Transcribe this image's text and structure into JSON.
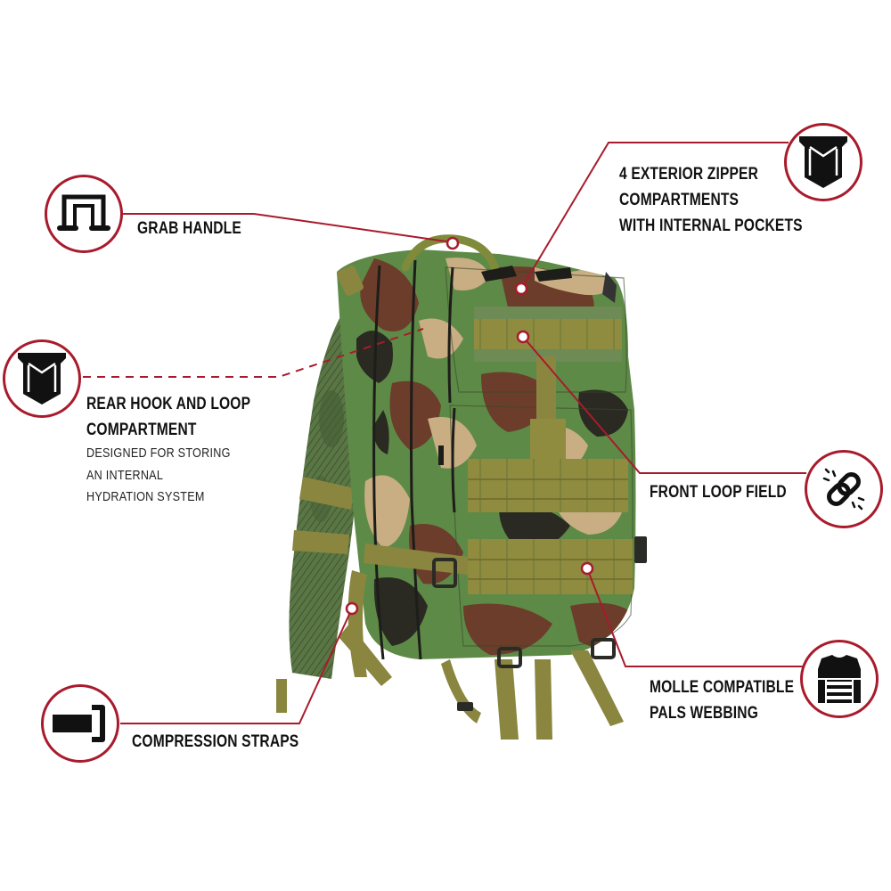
{
  "infographic": {
    "product": "Camo tactical backpack (woodland camouflage)",
    "accent_color": "#a81b2c",
    "text_color": "#111111",
    "background": "#ffffff",
    "callouts": [
      {
        "id": "grab-handle",
        "icon": "grab-handle-icon",
        "side": "left",
        "title_lines": [
          "GRAB HANDLE"
        ],
        "line_style": "solid"
      },
      {
        "id": "exterior-zipper",
        "icon": "pocket-icon",
        "side": "right",
        "title_lines": [
          "4 EXTERIOR ZIPPER",
          "COMPARTMENTS",
          "WITH INTERNAL POCKETS"
        ],
        "line_style": "solid"
      },
      {
        "id": "rear-hook-loop",
        "icon": "pocket-icon",
        "side": "left",
        "title_lines": [
          "REAR HOOK AND LOOP",
          "COMPARTMENT"
        ],
        "subtitle_lines": [
          "DESIGNED FOR STORING",
          "AN INTERNAL",
          "HYDRATION SYSTEM"
        ],
        "line_style": "dashed"
      },
      {
        "id": "front-loop-field",
        "icon": "chain-link-icon",
        "side": "right",
        "title_lines": [
          "FRONT LOOP FIELD"
        ],
        "line_style": "solid"
      },
      {
        "id": "molle-webbing",
        "icon": "vest-icon",
        "side": "right",
        "title_lines": [
          "MOLLE COMPATIBLE",
          "PALS WEBBING"
        ],
        "line_style": "solid"
      },
      {
        "id": "compression-straps",
        "icon": "strap-buckle-icon",
        "side": "left",
        "title_lines": [
          "COMPRESSION STRAPS"
        ],
        "line_style": "solid"
      }
    ],
    "palette": {
      "camo_green": "#5e8a47",
      "camo_brown": "#6b3d2a",
      "camo_tan": "#c9ae84",
      "camo_black": "#2a2a22",
      "webbing_olive": "#8e8a3e",
      "mesh_green": "#56703f"
    }
  }
}
